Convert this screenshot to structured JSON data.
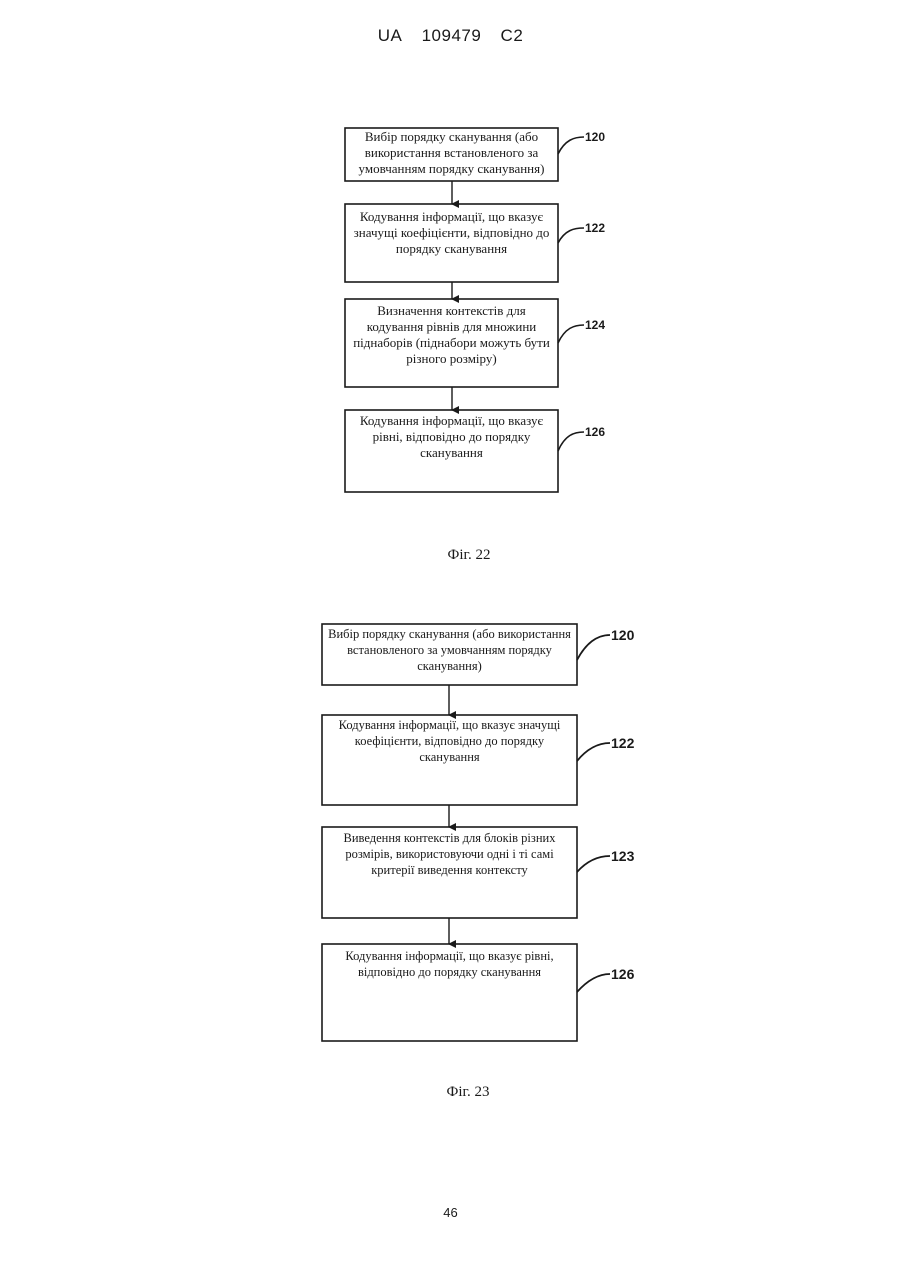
{
  "header": {
    "country": "UA",
    "number": "109479",
    "kind": "C2"
  },
  "fig22": {
    "caption": "Фіг. 22",
    "steps": [
      {
        "ref": "120",
        "text": "Вибір порядку сканування (або використання встановленого за умовчанням порядку сканування)"
      },
      {
        "ref": "122",
        "text": "Кодування інформації, що вказує значущі коефіцієнти, відповідно до порядку сканування"
      },
      {
        "ref": "124",
        "text": "Визначення контекстів для кодування рівнів для множини піднаборів (піднабори можуть бути різного розміру)"
      },
      {
        "ref": "126",
        "text": "Кодування інформації, що вказує рівні, відповідно до порядку сканування"
      }
    ]
  },
  "fig23": {
    "caption": "Фіг. 23",
    "steps": [
      {
        "ref": "120",
        "text": "Вибір порядку сканування (або використання встановленого за умовчанням порядку сканування)"
      },
      {
        "ref": "122",
        "text": "Кодування інформації, що вказує значущі коефіцієнти, відповідно до порядку сканування"
      },
      {
        "ref": "123",
        "text": "Виведення контекстів для блоків різних розмірів, використовуючи одні і ті самі критерії виведення контексту"
      },
      {
        "ref": "126",
        "text": "Кодування інформації, що вказує рівні, відповідно до порядку сканування"
      }
    ]
  },
  "page_number": "46"
}
